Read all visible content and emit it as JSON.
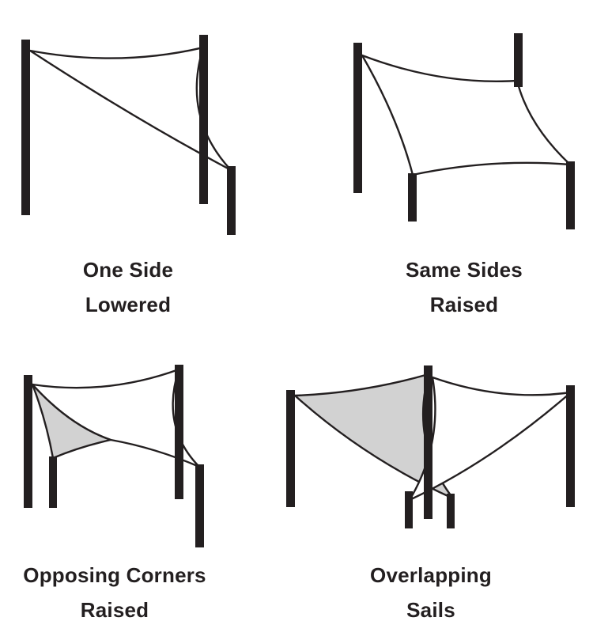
{
  "colors": {
    "line": "#231f20",
    "sail_fill": "#ffffff",
    "shaded_sail_fill": "#d2d2d2",
    "background": "#ffffff"
  },
  "panels": [
    {
      "id": "one-side-lowered",
      "caption": "One Side\nLowered"
    },
    {
      "id": "same-sides-raised",
      "caption": "Same Sides\nRaised"
    },
    {
      "id": "opposing-corners-raised",
      "caption": "Opposing Corners\nRaised"
    },
    {
      "id": "overlapping-sails",
      "caption": "Overlapping\nSails"
    }
  ]
}
